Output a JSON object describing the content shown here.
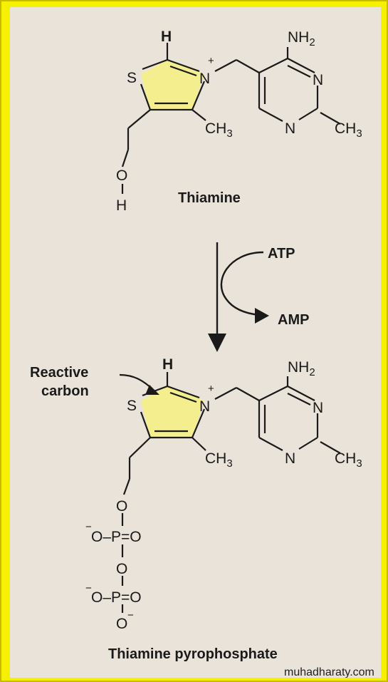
{
  "colors": {
    "frame": "#f5ef00",
    "panel": "#e9e3d9",
    "ring_fill": "#f4ee8e",
    "ink": "#1a1a1a"
  },
  "molecule_top": {
    "name": "Thiamine",
    "atoms": {
      "H": "H",
      "S": "S",
      "N_plus": "N",
      "plus": "+",
      "CH3": "CH",
      "CH3_sub": "3",
      "NH2": "NH",
      "NH2_sub": "2",
      "N_ring1": "N",
      "N_ring2": "N",
      "CH3_pyr": "CH",
      "CH3_pyr_sub": "3",
      "O": "O",
      "OH_H": "H"
    }
  },
  "reaction": {
    "in": "ATP",
    "out": "AMP"
  },
  "molecule_bottom": {
    "name": "Thiamine pyrophosphate",
    "annotation_line1": "Reactive",
    "annotation_line2": "carbon",
    "atoms": {
      "H": "H",
      "S": "S",
      "N_plus": "N",
      "plus": "+",
      "CH3": "CH",
      "CH3_sub": "3",
      "NH2": "NH",
      "NH2_sub": "2",
      "N_ring1": "N",
      "N_ring2": "N",
      "CH3_pyr": "CH",
      "CH3_pyr_sub": "3",
      "O_link": "O",
      "phos1": "O–P=O",
      "O_bridge": "O",
      "phos2": "O–P=O",
      "P1_minus": "−",
      "P2_minus": "−",
      "O_end": "O",
      "O_end_minus": "−"
    }
  },
  "watermark": "muhadharaty.com"
}
